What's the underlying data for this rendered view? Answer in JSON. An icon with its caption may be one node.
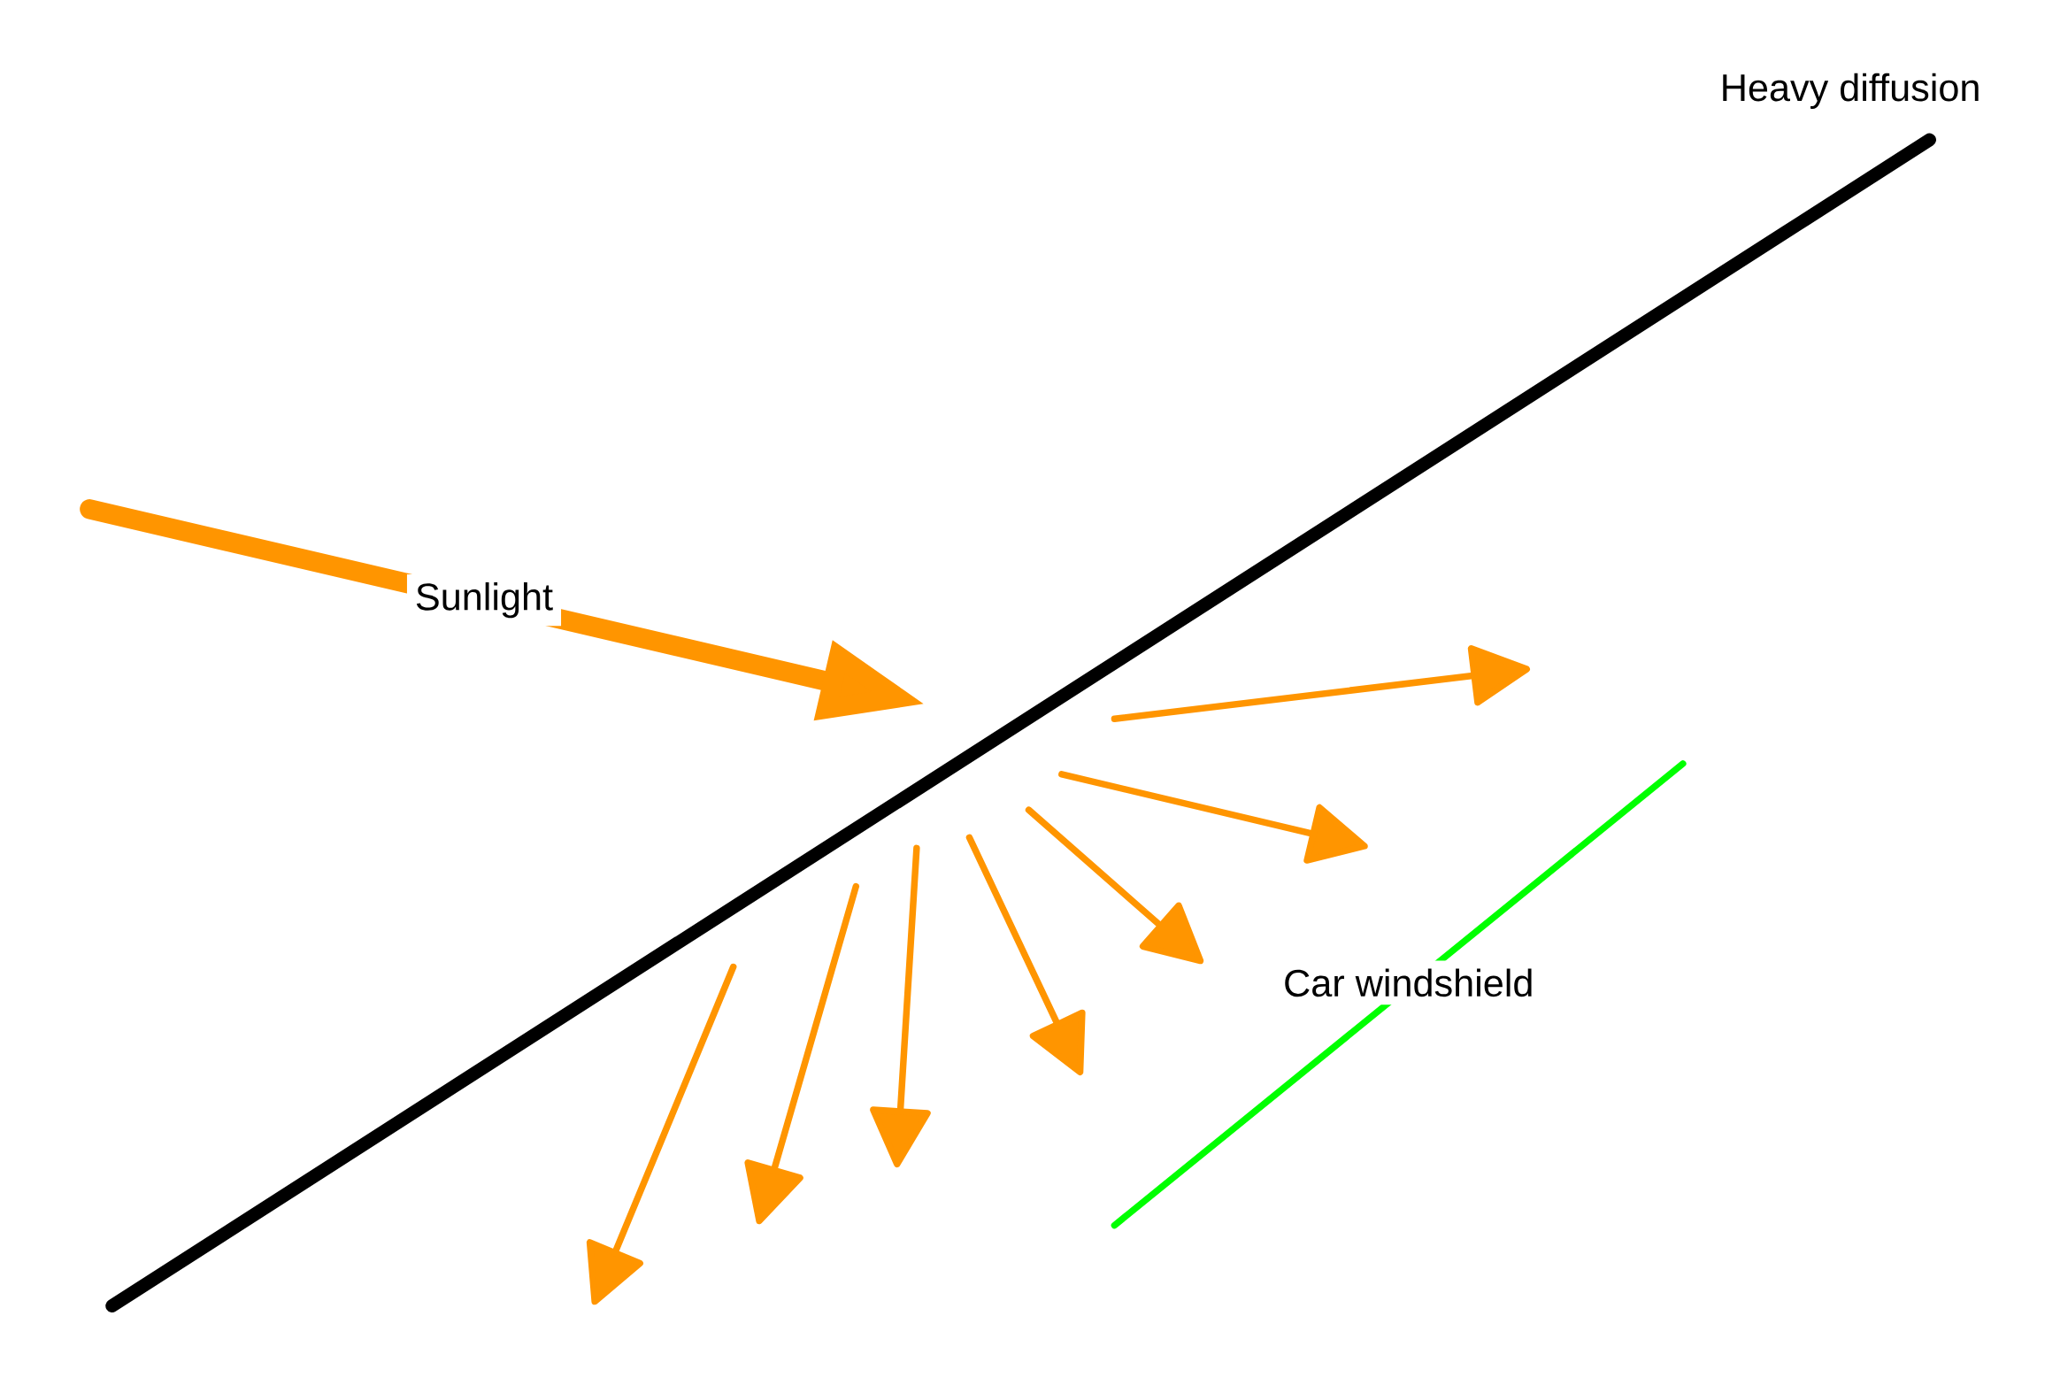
{
  "diagram": {
    "labels": [
      "Heavy diffusion",
      "Sunlight",
      "Car windshield"
    ]
  }
}
